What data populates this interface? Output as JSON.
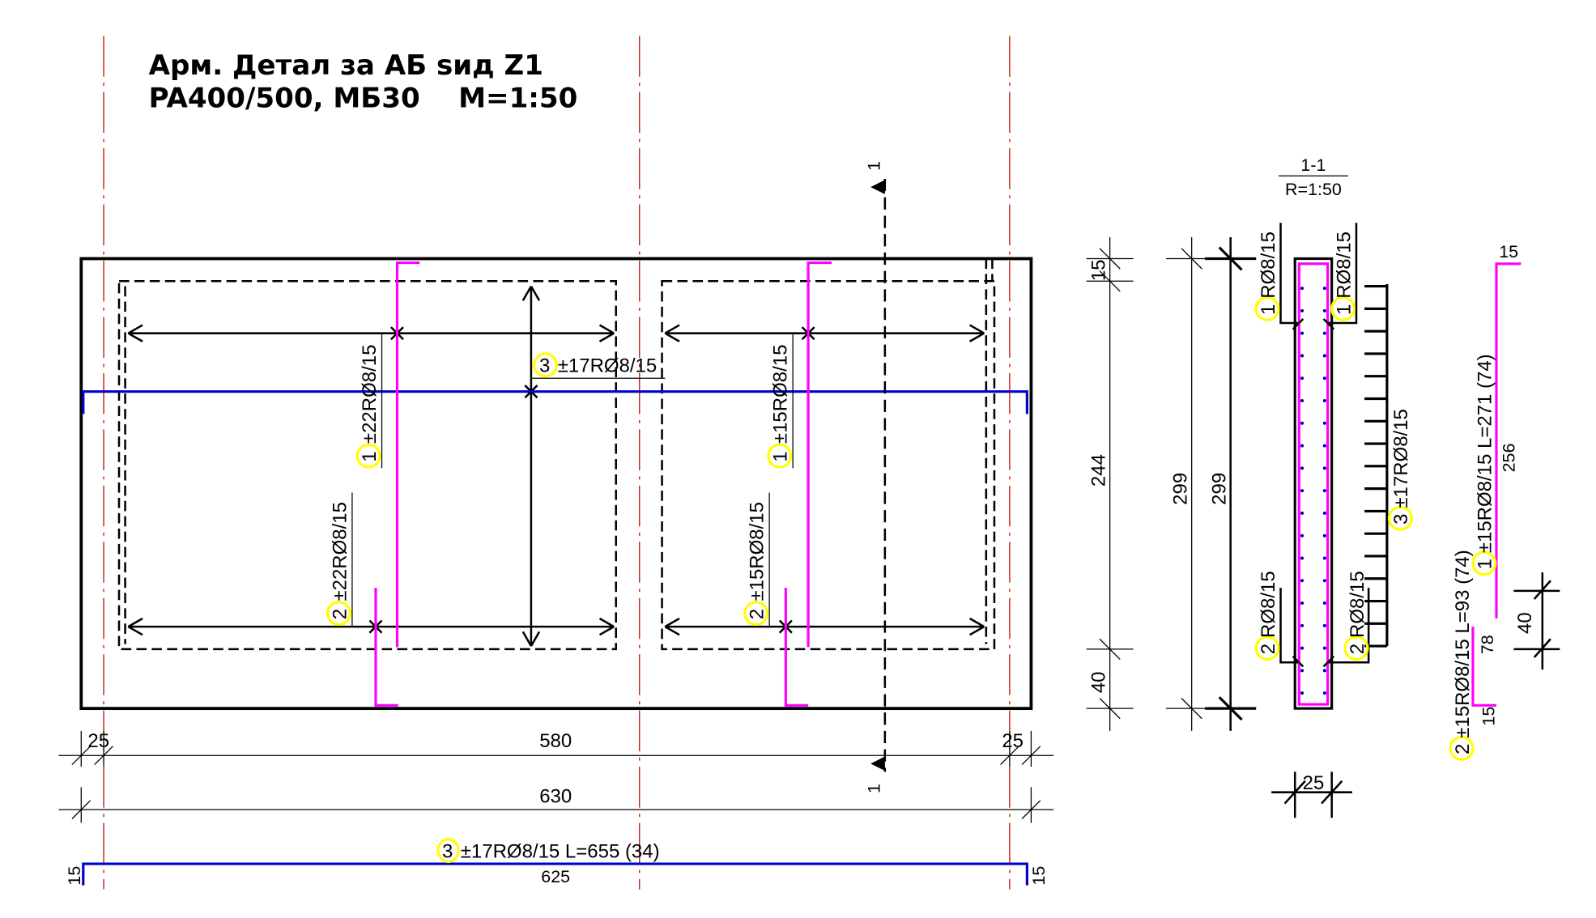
{
  "title": {
    "line1": "Арм. Детал за АБ ѕид Z1",
    "line2": "PA400/500, MБ30    M=1:50"
  },
  "elevation": {
    "section_mark_top": "1",
    "section_mark_bottom": "1",
    "bar3_label": {
      "num": "3",
      "text": "±17RØ8/15"
    },
    "bar1_left": {
      "num": "1",
      "text": "±22RØ8/15"
    },
    "bar2_left": {
      "num": "2",
      "text": "±22RØ8/15"
    },
    "bar1_right": {
      "num": "1",
      "text": "±15RØ8/15"
    },
    "bar2_right": {
      "num": "2",
      "text": "±15RØ8/15"
    },
    "dim_left_cover": "25",
    "dim_middle": "580",
    "dim_right_cover": "25",
    "dim_total": "630",
    "bar3_schedule": {
      "num": "3",
      "text": "±17RØ8/15 L=655 (34)"
    },
    "bar3_length": "625",
    "bar3_hook_left": "15",
    "bar3_hook_right": "15"
  },
  "section": {
    "title": "1-1",
    "scale": "R=1:50",
    "dim_top": "15",
    "dim_middle": "244",
    "dim_bottom": "40",
    "dim_total_a": "299",
    "dim_total_b": "299",
    "dim_width": "25",
    "bar1_left": {
      "num": "1",
      "text": "RØ8/15"
    },
    "bar1_right": {
      "num": "1",
      "text": "RØ8/15"
    },
    "bar2_left": {
      "num": "2",
      "text": "RØ8/15"
    },
    "bar2_right": {
      "num": "2",
      "text": "RØ8/15"
    },
    "bar3": {
      "num": "3",
      "text": "±17RØ8/15"
    }
  },
  "bar_shapes": {
    "bar1": {
      "num": "1",
      "text": "±15RØ8/15 L=271 (74)",
      "hook": "15",
      "length": "256"
    },
    "bar2": {
      "num": "2",
      "text": "±15RØ8/15 L=93 (74)",
      "hook": "15",
      "length": "78"
    },
    "lap_dim": "40"
  }
}
